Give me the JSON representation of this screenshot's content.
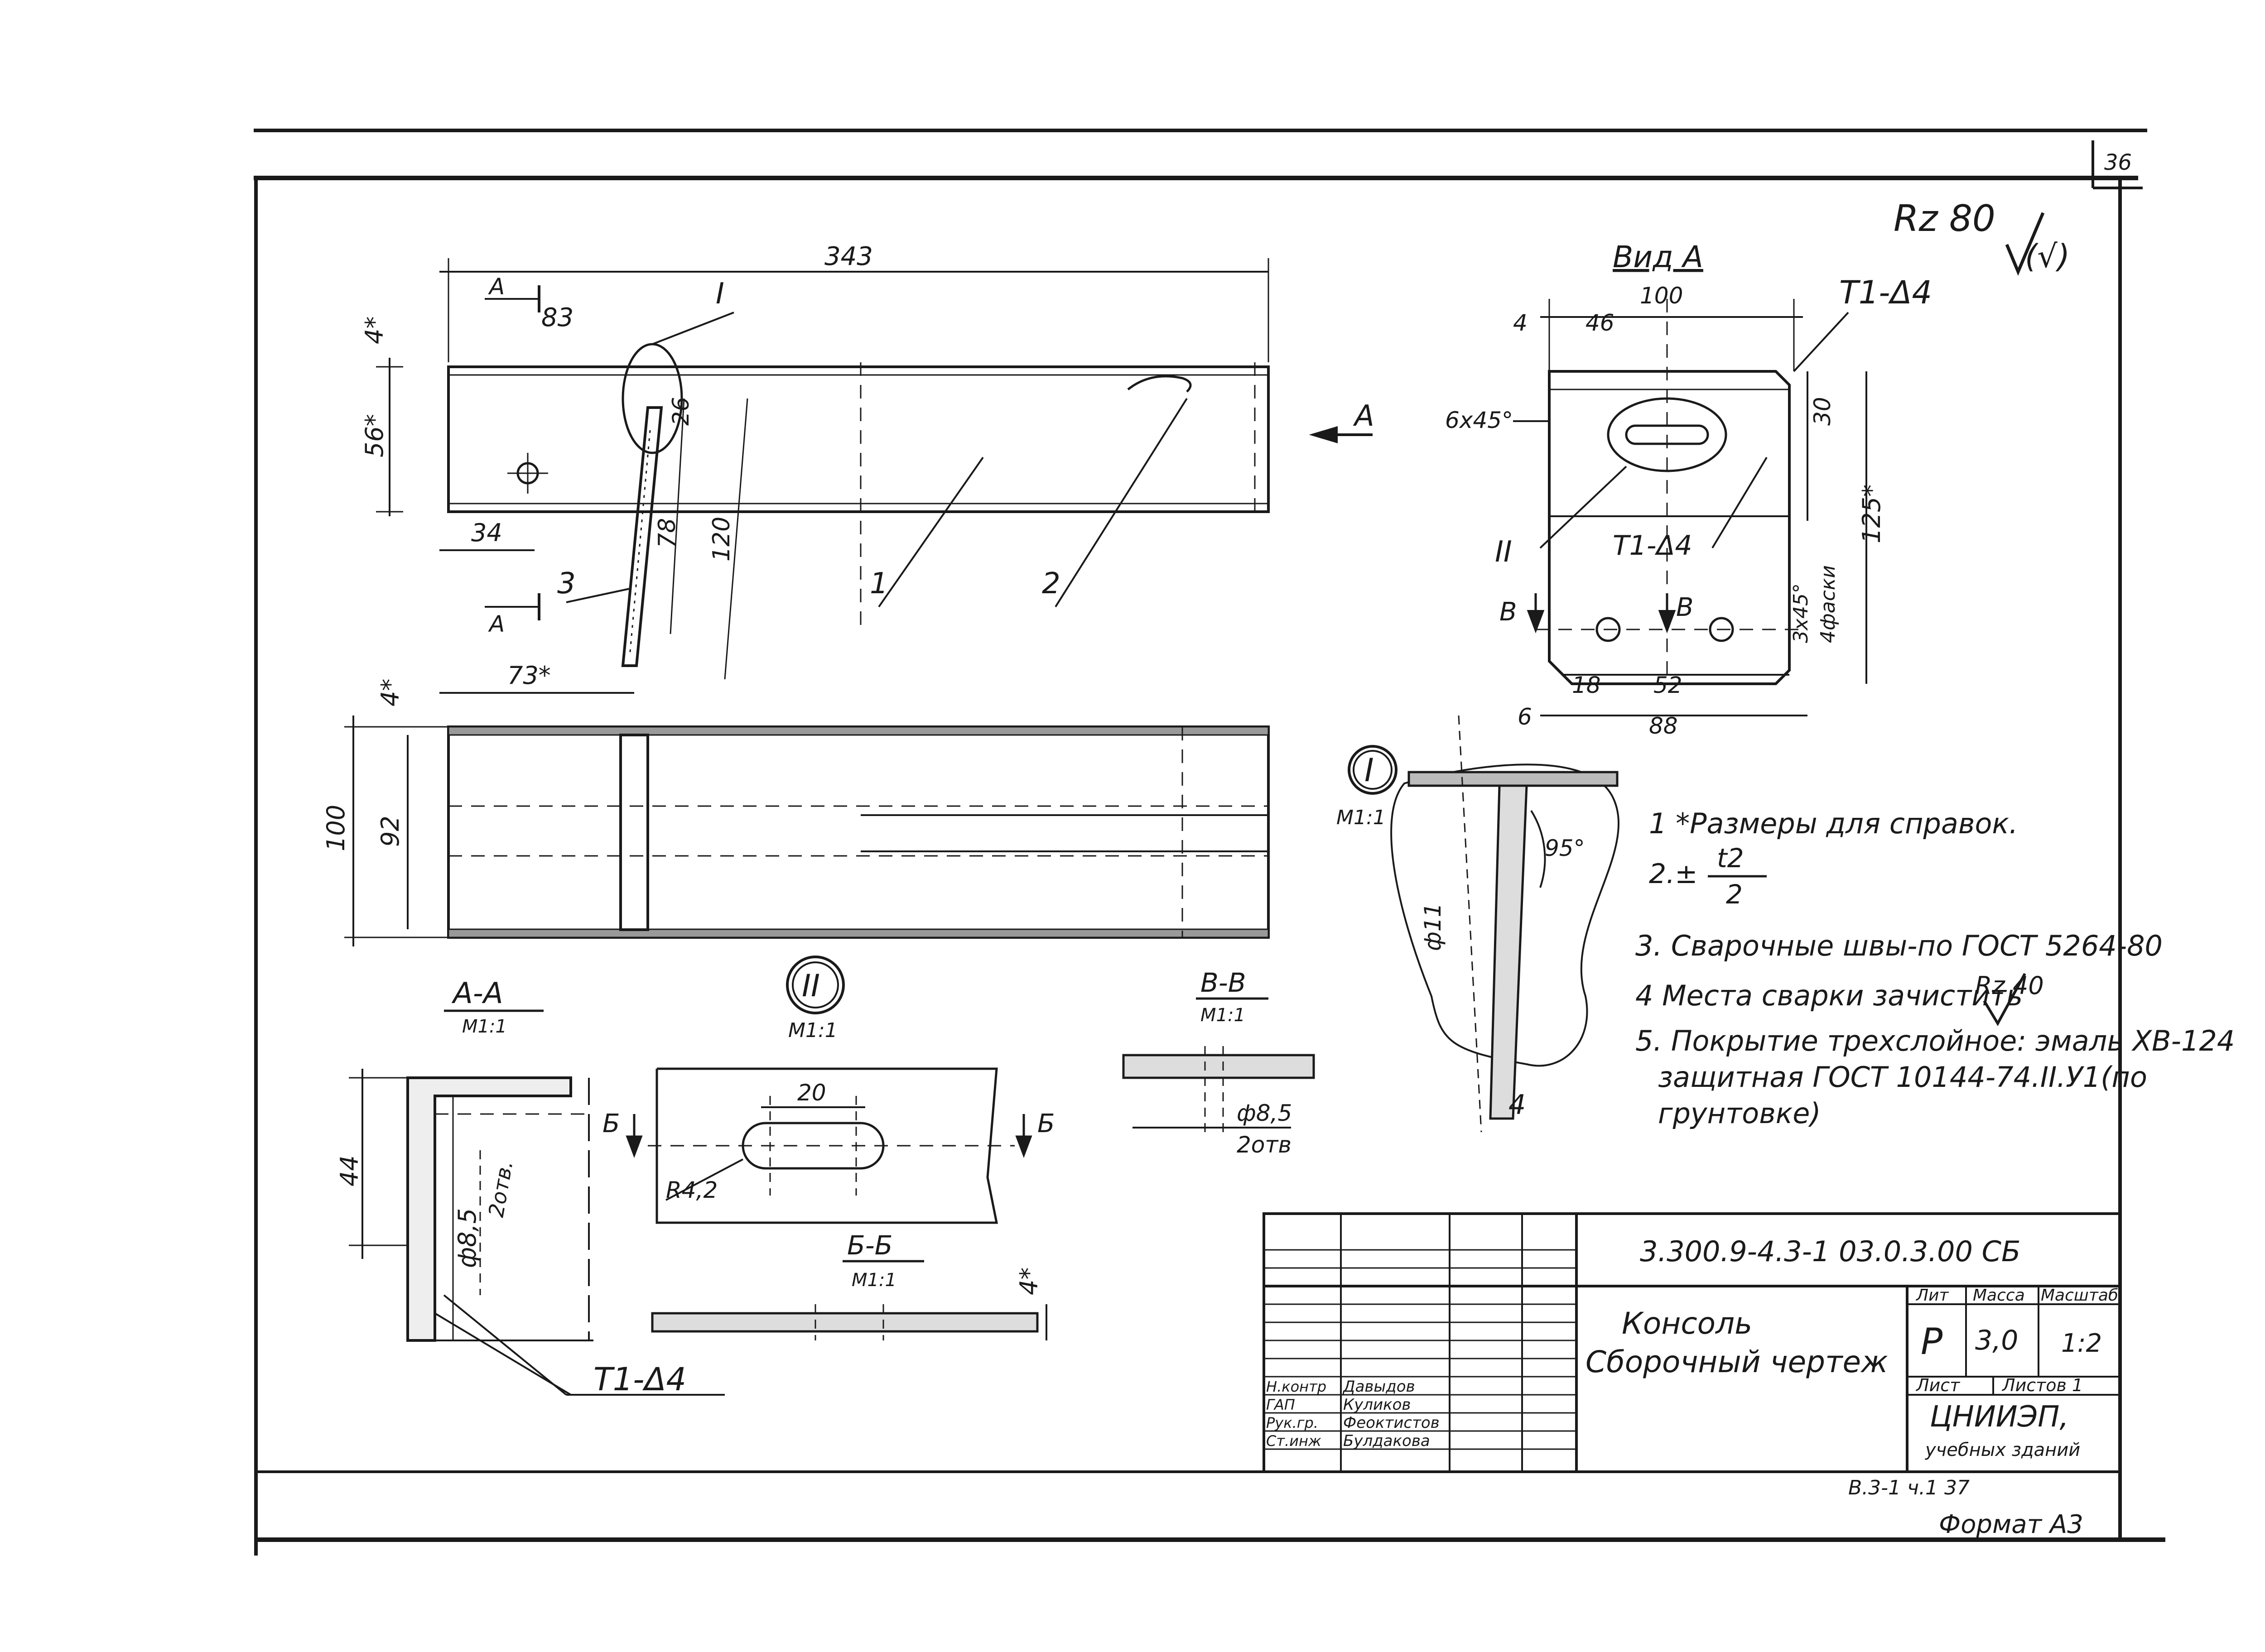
{
  "sheet_number": "36",
  "roughness_main": "Rz 80",
  "roughness_main_suffix": "(√)",
  "main_view": {
    "dims": {
      "overall_length": "343",
      "d83": "83",
      "d4top": "4*",
      "d56": "56*",
      "d34": "34",
      "d26": "26",
      "d78": "78",
      "d120": "120",
      "d73": "73*",
      "d4b": "4*",
      "d100": "100",
      "d92": "92"
    },
    "section_letter": "А",
    "detail_I_ref": "I",
    "parts": {
      "p1": "1",
      "p2": "2",
      "p3": "3"
    },
    "view_arrow_label": "А"
  },
  "view_a": {
    "title": "Вид А",
    "weld_top": "Т1-Δ4",
    "weld_mid": "Т1-Δ4",
    "chamfer": "6x45°",
    "ref_II": "II",
    "dims": {
      "d100": "100",
      "d4": "4",
      "d46": "46",
      "d30": "30",
      "d125": "125*",
      "d18": "18",
      "d52": "52",
      "d6": "6",
      "d88": "88"
    },
    "chamfers_note": "3x45°",
    "chamfers_note2": "4фаски",
    "section_b": "В"
  },
  "detail_I": {
    "label": "I",
    "scale": "М1:1",
    "angle": "95°",
    "dia": "ф11",
    "dim4": "4"
  },
  "notes": [
    "1 *Размеры для справок.",
    "3. Сварочные швы-по ГОСТ 5264-80",
    "4 Места сварки зачистить",
    "5. Покрытие трехслойное: эмаль ХВ-124",
    "защитная   ГОСТ 10144-74.II.У1(по",
    "грунтовке)"
  ],
  "note2_prefix": "2.±",
  "note2_num": "t2",
  "note2_den": "2",
  "note4_roughness": "Rz 40",
  "section_aa": {
    "title": "А-А",
    "scale": "М1:1",
    "dim44": "44",
    "dia": "ф8,5",
    "holes": "2отв.",
    "weld": "Т1-Δ4"
  },
  "detail_II": {
    "label": "II",
    "scale": "М1:1",
    "dim20": "20",
    "radius": "R4,2",
    "cut": "Б"
  },
  "section_vv": {
    "title": "В-В",
    "scale": "М1:1",
    "dia": "ф8,5",
    "holes": "2отв"
  },
  "section_bb": {
    "title": "Б-Б",
    "scale": "М1:1",
    "dim": "4*"
  },
  "title_block": {
    "doc_code": "3.300.9-4.3-1  03.0.3.00 СБ",
    "name_line1": "Консоль",
    "name_line2": "Сборочный чертеж",
    "col_lit": "Лит",
    "col_mass": "Масса",
    "col_scale": "Масштаб",
    "lit": "Р",
    "mass": "3,0",
    "scale": "1:2",
    "sheet_label": "Лист",
    "sheets_label": "Листов 1",
    "org_line1": "ЦНИИЭП,",
    "org_line2": "учебных зданий",
    "staff": [
      {
        "role": "Н.контр",
        "name": "Давыдов"
      },
      {
        "role": "ГАП",
        "name": "Куликов"
      },
      {
        "role": "Рук.гр.",
        "name": "Феоктистов"
      },
      {
        "role": "Ст.инж",
        "name": "Булдакова"
      }
    ]
  },
  "footer_ref": "В.3-1   ч.1   37",
  "format": "Формат А3"
}
